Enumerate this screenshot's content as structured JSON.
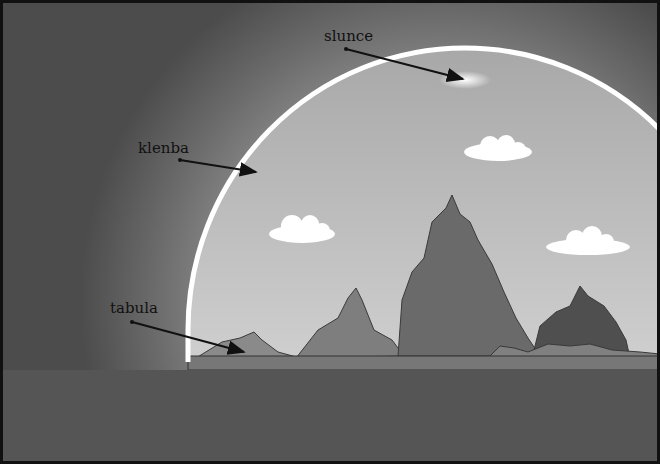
{
  "diagram": {
    "labels": [
      "slunce",
      "klenba",
      "tabula"
    ]
  }
}
